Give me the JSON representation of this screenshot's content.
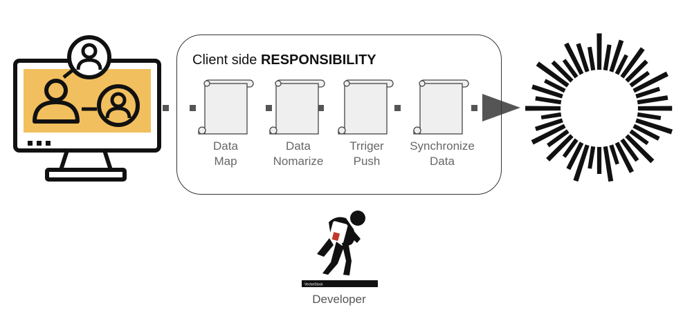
{
  "box": {
    "title_prefix": "Client side ",
    "title_bold": "RESPONSIBILITY"
  },
  "steps": [
    {
      "line1": "Data",
      "line2": "Map"
    },
    {
      "line1": "Data",
      "line2": "Nomarize"
    },
    {
      "line1": "Trriger",
      "line2": "Push"
    },
    {
      "line1": "Synchronize",
      "line2": "Data"
    }
  ],
  "developer": {
    "label": "Developer",
    "stock_text": "VectorStock"
  },
  "colors": {
    "accent": "#f2bf5e",
    "outline": "#111111",
    "connector": "#555555",
    "scroll_fill": "#efefef"
  },
  "icons": [
    "monitor-users-icon",
    "scroll-icon",
    "arrow-head-icon",
    "sunburst-logo-icon",
    "developer-figure-icon"
  ]
}
